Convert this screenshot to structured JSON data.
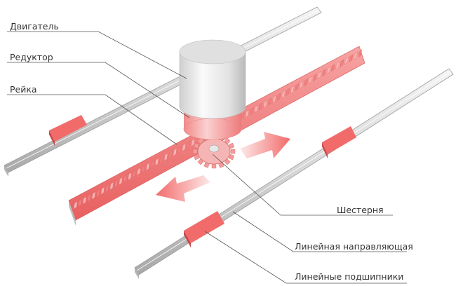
{
  "labels": {
    "motor": "Двигатель",
    "gearbox": "Редуктор",
    "rack": "Рейка",
    "pinion": "Шестерня",
    "linear_guide": "Линейная направляющая",
    "linear_bearings": "Линейные подшипники"
  },
  "colors": {
    "accent": "#f26b6b",
    "accent_light": "#f9b3b3",
    "rail": "#d9d9d9",
    "rail_dark": "#9a9a9a",
    "motor": "#e8e8e8",
    "leader_line": "#555555",
    "text": "#333333"
  }
}
